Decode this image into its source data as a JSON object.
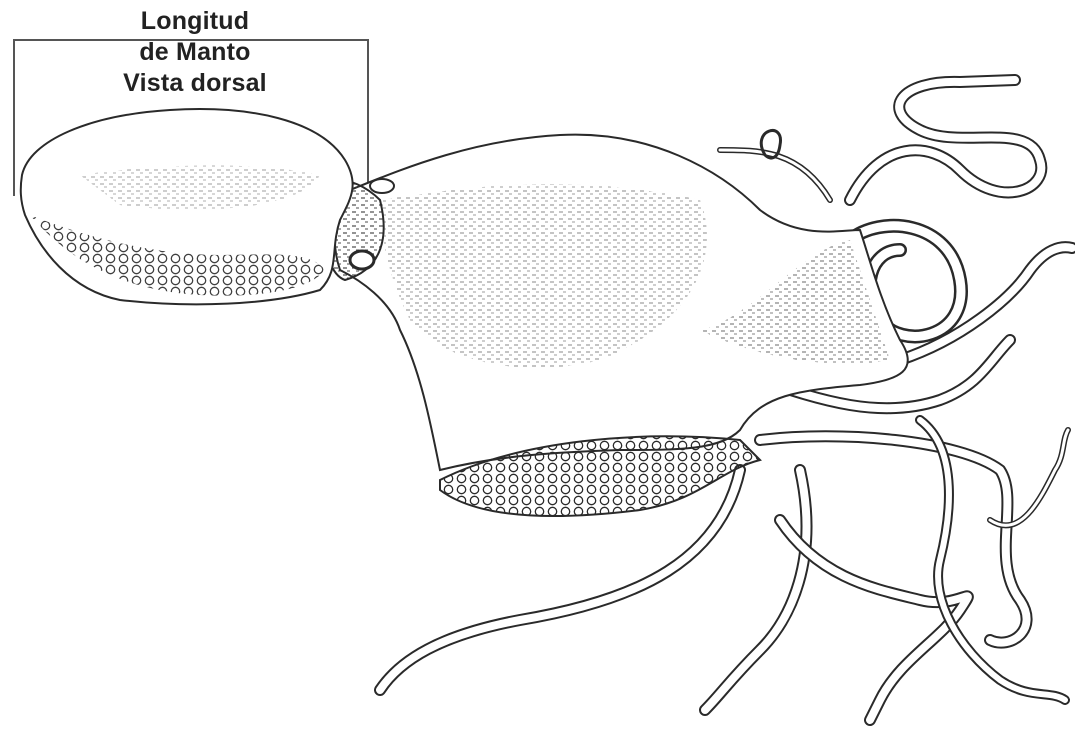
{
  "annotation": {
    "lines": [
      "Longitud",
      "de Manto",
      "Vista dorsal"
    ]
  },
  "colors": {
    "ink": "#2a2a2a",
    "paper": "#ffffff",
    "bracket": "#555555"
  }
}
